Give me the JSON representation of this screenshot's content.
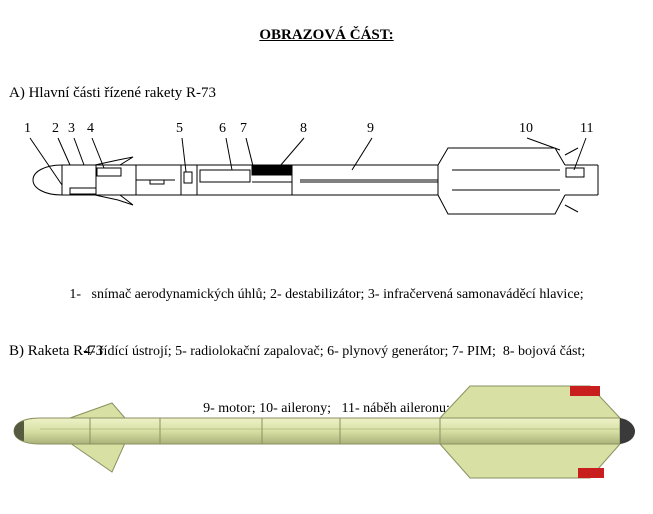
{
  "heading": "OBRAZOVÁ ČÁST:",
  "section_a": "A) Hlavní části řízené rakety R-73",
  "section_b": "B) Raketa R-73",
  "callouts": [
    "1",
    "2",
    "3",
    "4",
    "5",
    "6",
    "7",
    "8",
    "9",
    "10",
    "11"
  ],
  "legend": [
    "1-   snímač aerodynamických úhlů; 2- destabilizátor; 3- infračervená samonaváděcí hlavice;",
    "4- řídící ústrojí; 5- radiolokační zapalovač; 6- plynový generátor; 7- PIM;  8- bojová část;",
    "9- motor; 10- ailerony;   11- náběh aileronu;"
  ],
  "colors": {
    "missile_body": "#d8e0a4",
    "aileron_tip": "#c81e1e"
  }
}
